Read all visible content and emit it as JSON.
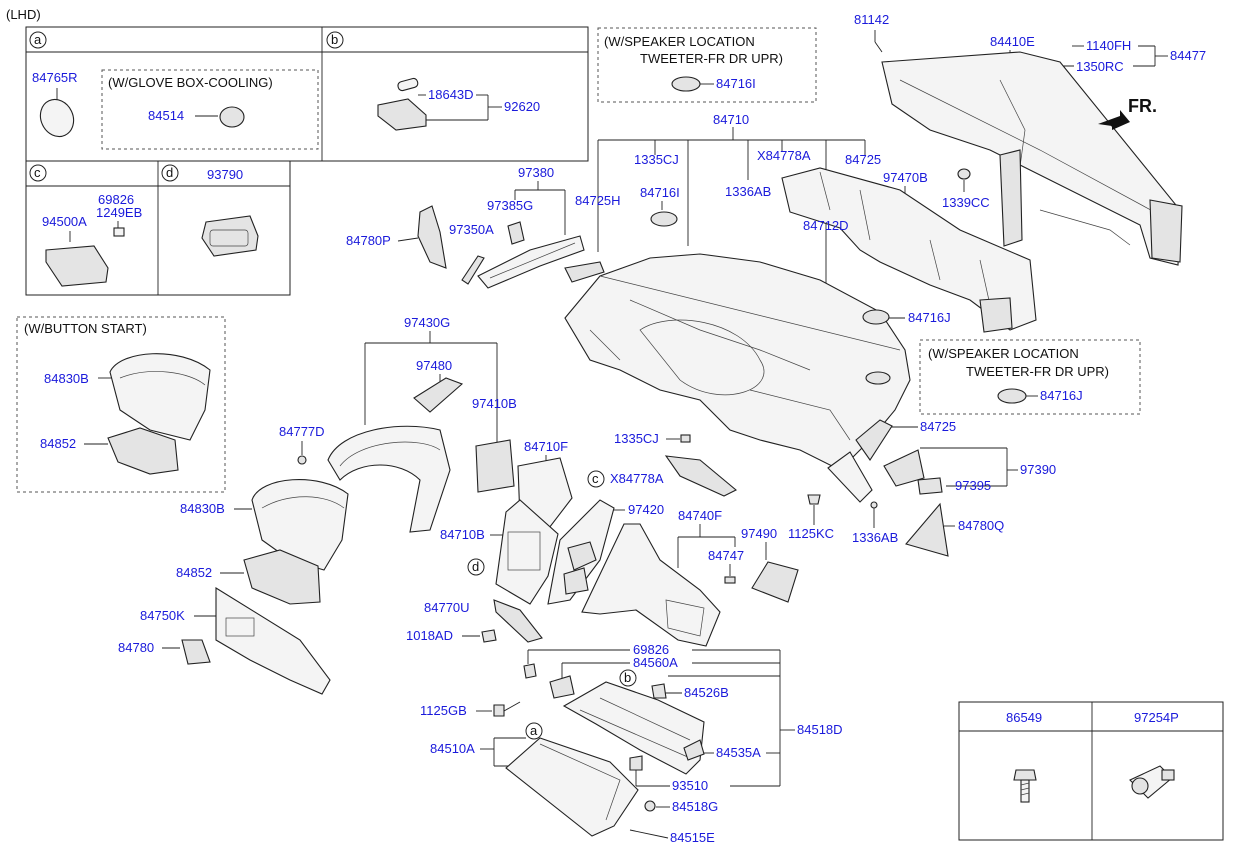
{
  "variant": "(LHD)",
  "front_label": "FR.",
  "callouts": [
    "a",
    "b",
    "c",
    "d"
  ],
  "notes": {
    "glove_box_cooling": "(W/GLOVE BOX-COOLING)",
    "speaker_top_1": "(W/SPEAKER LOCATION",
    "speaker_top_2": "TWEETER-FR DR UPR)",
    "speaker_right_1": "(W/SPEAKER LOCATION",
    "speaker_right_2": "TWEETER-FR DR UPR)",
    "button_start": "(W/BUTTON START)"
  },
  "parts": {
    "p84765R": "84765R",
    "p84514": "84514",
    "p18643D": "18643D",
    "p92620": "92620",
    "p69826a": "69826",
    "p1249EB": "1249EB",
    "p94500A": "94500A",
    "p93790": "93790",
    "p84716I_top": "84716I",
    "p81142": "81142",
    "p84410E": "84410E",
    "p1140FH": "1140FH",
    "p1350RC": "1350RC",
    "p84477": "84477",
    "p84710": "84710",
    "p1335CJ_top": "1335CJ",
    "pX84778A_top": "X84778A",
    "p84725_top": "84725",
    "p1336AB_top": "1336AB",
    "p97380": "97380",
    "p97385G": "97385G",
    "p84725H": "84725H",
    "p84716I_mid": "84716I",
    "p97470B": "97470B",
    "p1339CC": "1339CC",
    "p84780P": "84780P",
    "p97350A": "97350A",
    "p84712D": "84712D",
    "p84716J": "84716J",
    "p84716J_box": "84716J",
    "p84830B_box": "84830B",
    "p84852_box": "84852",
    "p97430G": "97430G",
    "p97480": "97480",
    "p97410B": "97410B",
    "p84777D": "84777D",
    "p1335CJ_mid": "1335CJ",
    "p84710F": "84710F",
    "pX84778A_mid": "X84778A",
    "p84725_right": "84725",
    "p97390": "97390",
    "p97395": "97395",
    "p84830B": "84830B",
    "p84710B": "84710B",
    "p97420": "97420",
    "p84740F": "84740F",
    "p97490": "97490",
    "p1125KC": "1125KC",
    "p1336AB_right": "1336AB",
    "p84780Q": "84780Q",
    "p84852": "84852",
    "p84747": "84747",
    "p84750K": "84750K",
    "p84770U": "84770U",
    "p84780": "84780",
    "p1018AD": "1018AD",
    "p69826b": "69826",
    "p84560A": "84560A",
    "p84526B": "84526B",
    "p1125GB": "1125GB",
    "p84518D": "84518D",
    "p84510A": "84510A",
    "p84535A": "84535A",
    "p93510": "93510",
    "p84518G": "84518G",
    "p84515E": "84515E",
    "p86549": "86549",
    "p97254P": "97254P"
  }
}
